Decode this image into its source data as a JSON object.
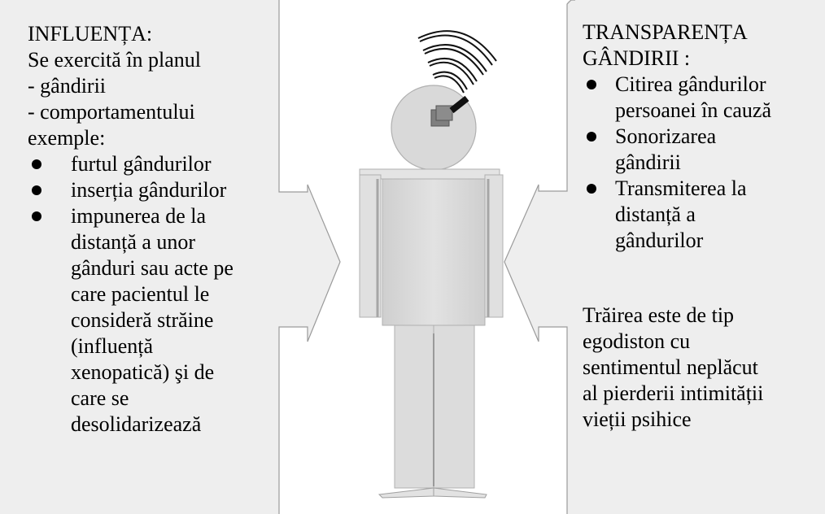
{
  "left_panel": {
    "title": "INFLUENȚA:",
    "intro": [
      "Se exercită în planul",
      "- gândirii",
      "- comportamentului",
      "exemple:"
    ],
    "bullets": [
      {
        "lines": [
          "furtul gândurilor"
        ]
      },
      {
        "lines": [
          "inserția gândurilor"
        ]
      },
      {
        "lines": [
          "impunerea de la",
          "distanță a unor",
          "gânduri sau acte pe",
          "care pacientul le",
          "consideră străine",
          "(influență",
          "xenopatică) şi de",
          "care se",
          "desolidarizează"
        ]
      }
    ]
  },
  "right_panel": {
    "title_lines": [
      "TRANSPARENȚA",
      "GÂNDIRII :"
    ],
    "bullets": [
      {
        "lines": [
          "Citirea gândurilor",
          "persoanei în cauză"
        ]
      },
      {
        "lines": [
          "Sonorizarea",
          "gândirii"
        ]
      },
      {
        "lines": [
          "Transmiterea la",
          "distanță a",
          "gândurilor"
        ]
      }
    ],
    "conclusion": [
      "Trăirea este de tip",
      "egodiston cu",
      "sentimentul neplăcut",
      "al pierderii intimității",
      "vieții psihice"
    ]
  },
  "colors": {
    "panel": "#eeeeee",
    "figure": "#d9d9d9",
    "figure_dark": "#a6a6a6",
    "device": "#7f7f7f"
  },
  "icons": {
    "figure": "person-figure",
    "signal": "signal-waves-icon",
    "device": "head-implant-icon"
  }
}
